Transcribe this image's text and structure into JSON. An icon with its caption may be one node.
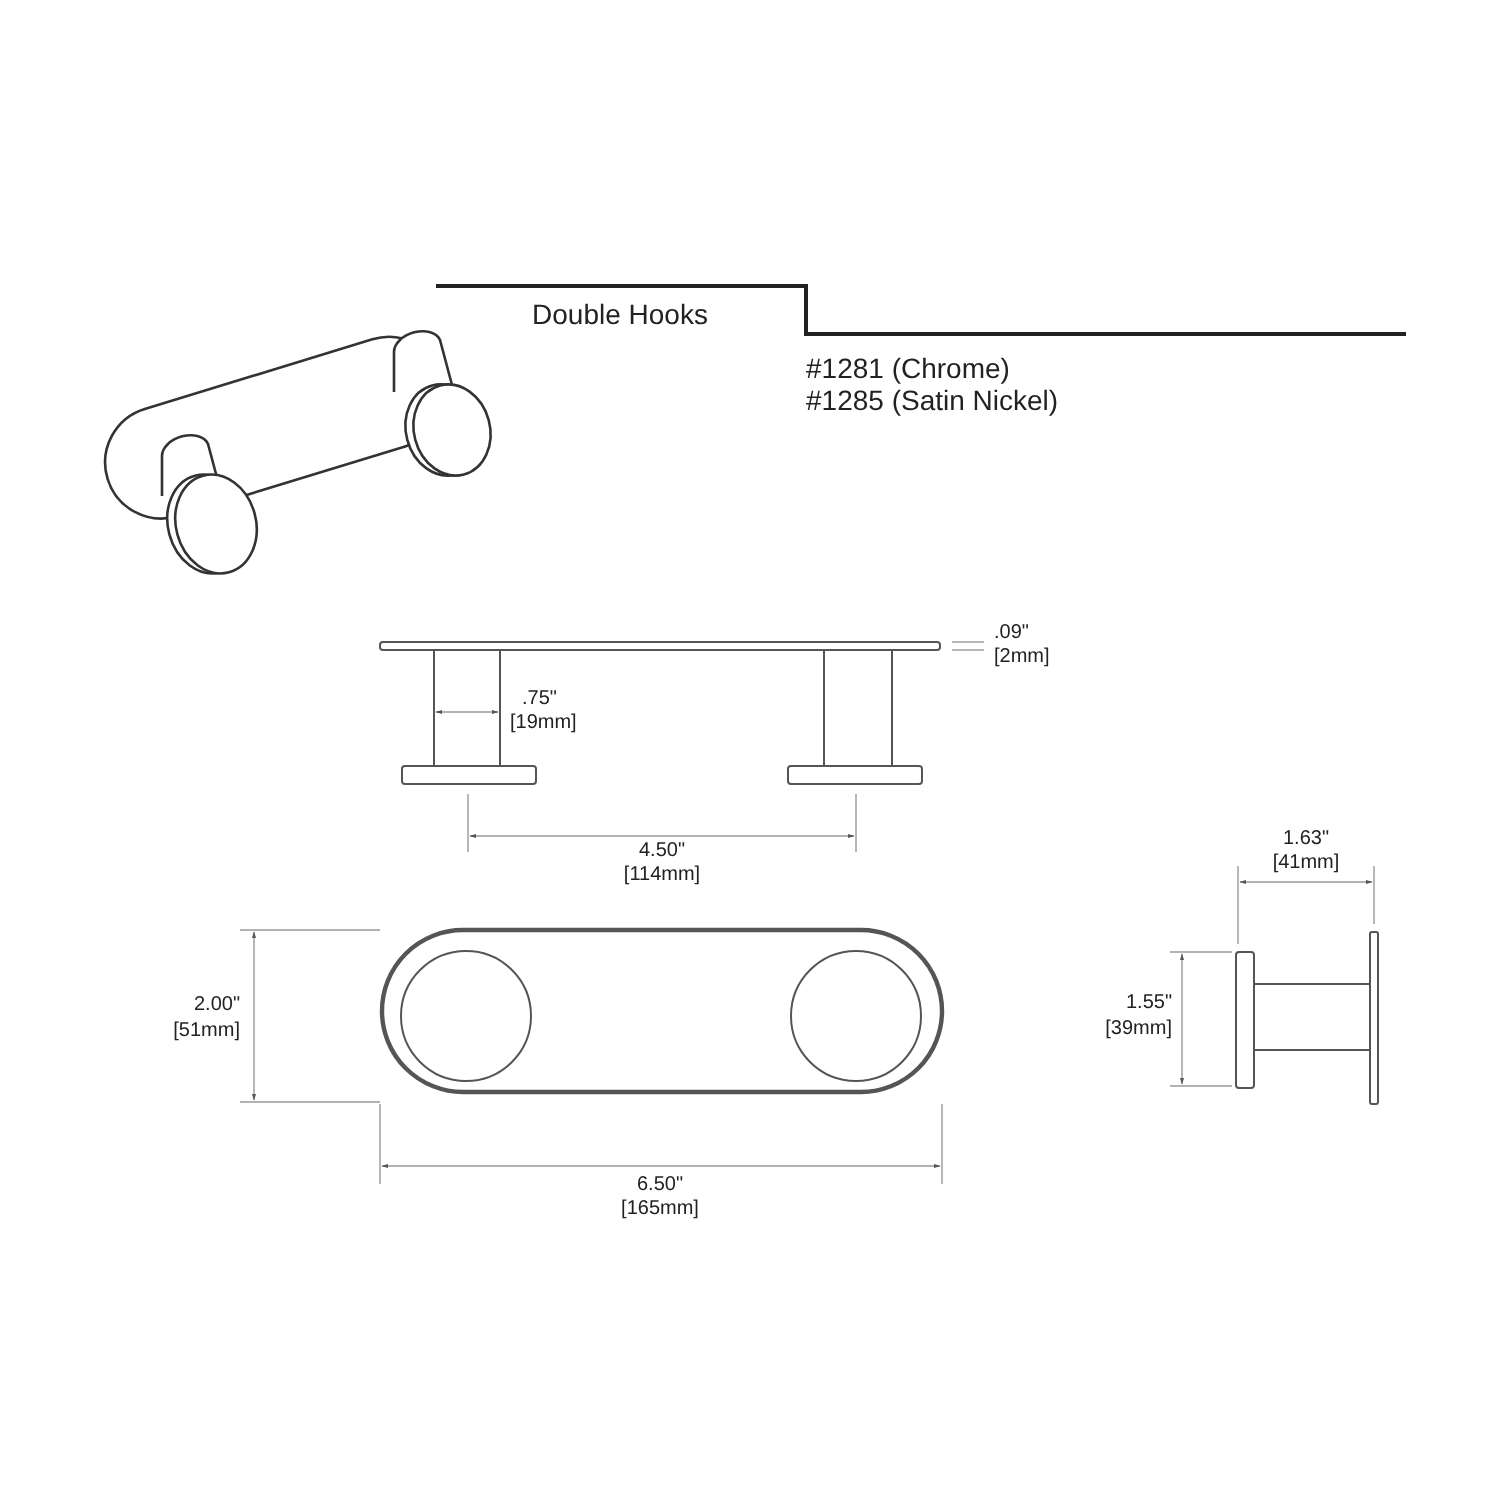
{
  "diagram": {
    "title": "Double Hooks",
    "labels": [
      "#1281 (Chrome)",
      "#1285 (Satin Nickel)",
      ".09\"",
      "[2mm]",
      ".75\"",
      "[19mm]",
      "4.50\"",
      "[114mm]",
      "1.63\"",
      "[41mm]",
      "2.00\"",
      "[51mm]",
      "1.55\"",
      "[39mm]",
      "6.50\"",
      "[165mm]"
    ]
  }
}
